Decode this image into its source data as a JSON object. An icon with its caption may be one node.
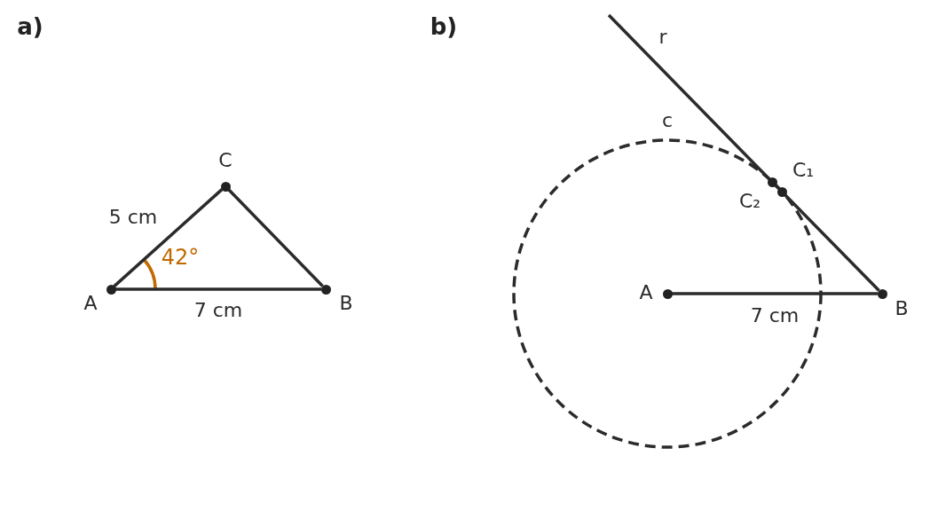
{
  "diagram": {
    "nodes": [
      {
        "text": [
          "C"
        ]
      },
      {
        "text": [
          "A"
        ]
      },
      {
        "text": [
          "B"
        ]
      },
      {
        "text": [
          "C₁"
        ]
      },
      {
        "text": [
          "C₂"
        ]
      },
      {
        "text": [
          "A"
        ]
      },
      {
        "text": [
          "B"
        ]
      }
    ],
    "edges": [
      {
        "from": 1,
        "to": 0,
        "arrow": "none",
        "label": "5 cm"
      },
      {
        "from": 0,
        "to": 2,
        "arrow": "none"
      },
      {
        "from": 1,
        "to": 2,
        "arrow": "none",
        "label": "7 cm"
      },
      {
        "from": null,
        "to": 3,
        "arrow": "none",
        "label": "r"
      },
      {
        "from": 3,
        "to": 4,
        "arrow": "none"
      },
      {
        "from": 4,
        "to": 6,
        "arrow": "none"
      },
      {
        "from": 5,
        "to": 6,
        "arrow": "none",
        "label": "7 cm"
      }
    ],
    "labels": [
      "a)",
      "b)",
      "c",
      "42°"
    ]
  }
}
